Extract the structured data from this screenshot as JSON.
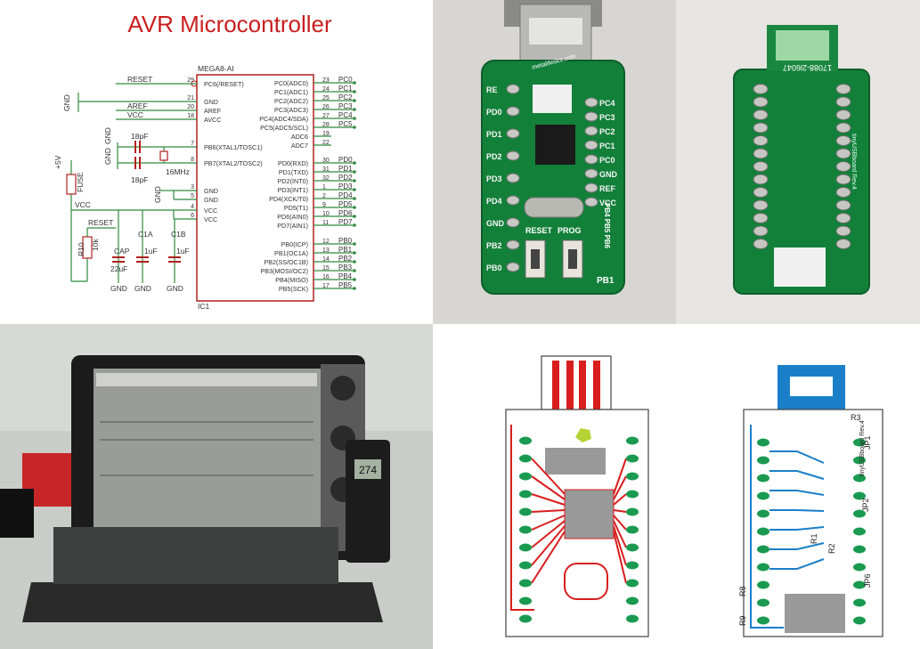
{
  "schematic": {
    "title": "AVR Microcontroller",
    "chip_name": "MEGA8-AI",
    "chip_ref": "IC1",
    "left_pins": [
      {
        "num": "29",
        "name": "PC6(/RESET)"
      },
      {
        "num": "21",
        "name": "GND"
      },
      {
        "num": "20",
        "name": "AREF"
      },
      {
        "num": "18",
        "name": "AVCC"
      },
      {
        "num": "7",
        "name": "PB6(XTAL1/TOSC1)"
      },
      {
        "num": "8",
        "name": "PB7(XTAL2/TOSC2)"
      },
      {
        "num": "3",
        "name": "GND"
      },
      {
        "num": "5",
        "name": "GND"
      },
      {
        "num": "4",
        "name": "VCC"
      },
      {
        "num": "6",
        "name": "VCC"
      }
    ],
    "right_pins": [
      {
        "num": "23",
        "name": "PC0(ADC0)",
        "net": "PC0"
      },
      {
        "num": "24",
        "name": "PC1(ADC1)",
        "net": "PC1"
      },
      {
        "num": "25",
        "name": "PC2(ADC2)",
        "net": "PC2"
      },
      {
        "num": "26",
        "name": "PC3(ADC3)",
        "net": "PC3"
      },
      {
        "num": "27",
        "name": "PC4(ADC4/SDA)",
        "net": "PC4"
      },
      {
        "num": "28",
        "name": "PC5(ADC5/SCL)",
        "net": "PC5"
      },
      {
        "num": "19",
        "name": "ADC6",
        "net": ""
      },
      {
        "num": "22",
        "name": "ADC7",
        "net": ""
      },
      {
        "num": "30",
        "name": "PD0(RXD)",
        "net": "PD0"
      },
      {
        "num": "31",
        "name": "PD1(TXD)",
        "net": "PD1"
      },
      {
        "num": "32",
        "name": "PD2(INT0)",
        "net": "PD2"
      },
      {
        "num": "1",
        "name": "PD3(INT1)",
        "net": "PD3"
      },
      {
        "num": "2",
        "name": "PD4(XCK/T0)",
        "net": "PD4"
      },
      {
        "num": "9",
        "name": "PD5(T1)",
        "net": "PD5"
      },
      {
        "num": "10",
        "name": "PD6(AIN0)",
        "net": "PD6"
      },
      {
        "num": "11",
        "name": "PD7(AIN1)",
        "net": "PD7"
      },
      {
        "num": "12",
        "name": "PB0(ICP)",
        "net": "PB0"
      },
      {
        "num": "13",
        "name": "PB1(OC1A)",
        "net": "PB1"
      },
      {
        "num": "14",
        "name": "PB2(SS/OC1B)",
        "net": "PB2"
      },
      {
        "num": "15",
        "name": "PB3(MOSI/OC2)",
        "net": "PB3"
      },
      {
        "num": "16",
        "name": "PB4(MISO)",
        "net": "PB4"
      },
      {
        "num": "17",
        "name": "PB5(SCK)",
        "net": "PB5"
      }
    ],
    "nets": {
      "reset": "RESET",
      "aref": "AREF",
      "vcc": "VCC",
      "gnd": "GND",
      "plus5v": "+5V",
      "fuse": "FUSE"
    },
    "xtal_caps": [
      "18pF",
      "18pF"
    ],
    "xtal": "16MHz",
    "bottom_parts": {
      "r10_ref": "R10",
      "r10_val": "10k",
      "cap_ref": "CAP",
      "cap_val": "22uF",
      "c1a_ref": "C1A",
      "c1a_val": "1uF",
      "c1b_ref": "C1B",
      "c1b_val": "1uF"
    }
  },
  "board_front": {
    "left_labels": [
      "RE",
      "PD0",
      "PD1",
      "PD2",
      "PD3",
      "PD4",
      "GND",
      "PB2",
      "PB0"
    ],
    "right_labels": [
      "PC4",
      "PC3",
      "PC2",
      "PC1",
      "PC0",
      "GND",
      "REF",
      "VCC"
    ],
    "right_vertical": "PB4 PB5 PB6",
    "pb1": "PB1",
    "reset": "RESET",
    "prog": "PROG",
    "brand": "metalifeslot.com"
  },
  "board_back": {
    "silk": "17088-2l6047",
    "side_text": "tinyUSBboard Rev.4"
  },
  "oven": {
    "display": "274"
  },
  "layout_bot": {
    "labels": [
      "R3",
      "JP1",
      "JP2",
      "R8",
      "R9",
      "JP6",
      "R1",
      "R2"
    ],
    "side_text": "tinyUSBboard Rev.4"
  },
  "colors": {
    "title_red": "#c81e1e",
    "schem_line": "#2e8a3f",
    "chip_outline": "#b02020",
    "pcb_green": "#13803a",
    "copper_top": "#d81e1e",
    "copper_bottom": "#1a7fc8",
    "pad_green": "#1a9a50"
  }
}
